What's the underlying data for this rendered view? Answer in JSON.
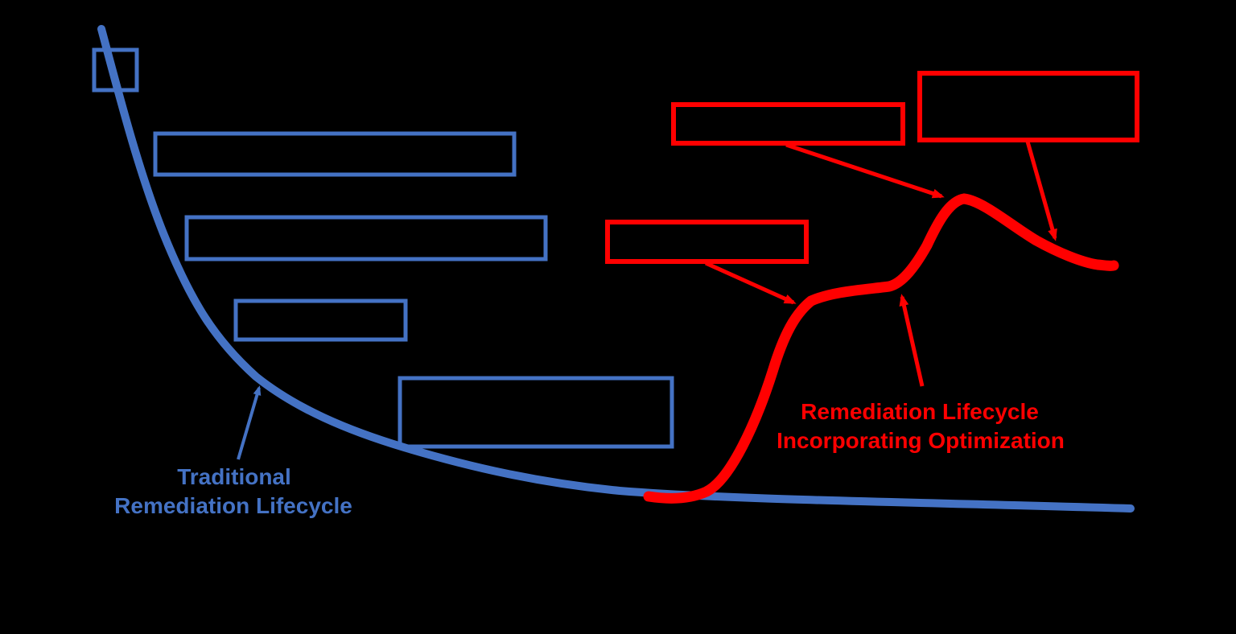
{
  "diagram": {
    "background_color": "#000000",
    "colors": {
      "blue": "#4472C4",
      "red": "#FF0000"
    },
    "curves": {
      "traditional_curve": "blue declining cost curve",
      "optimized_curve": "red curve with optimization step-ups"
    },
    "labels": {
      "traditional_line1": "Traditional",
      "traditional_line2": "Remediation Lifecycle",
      "optimized_line1": "Remediation Lifecycle",
      "optimized_line2": "Incorporating Optimization"
    }
  }
}
